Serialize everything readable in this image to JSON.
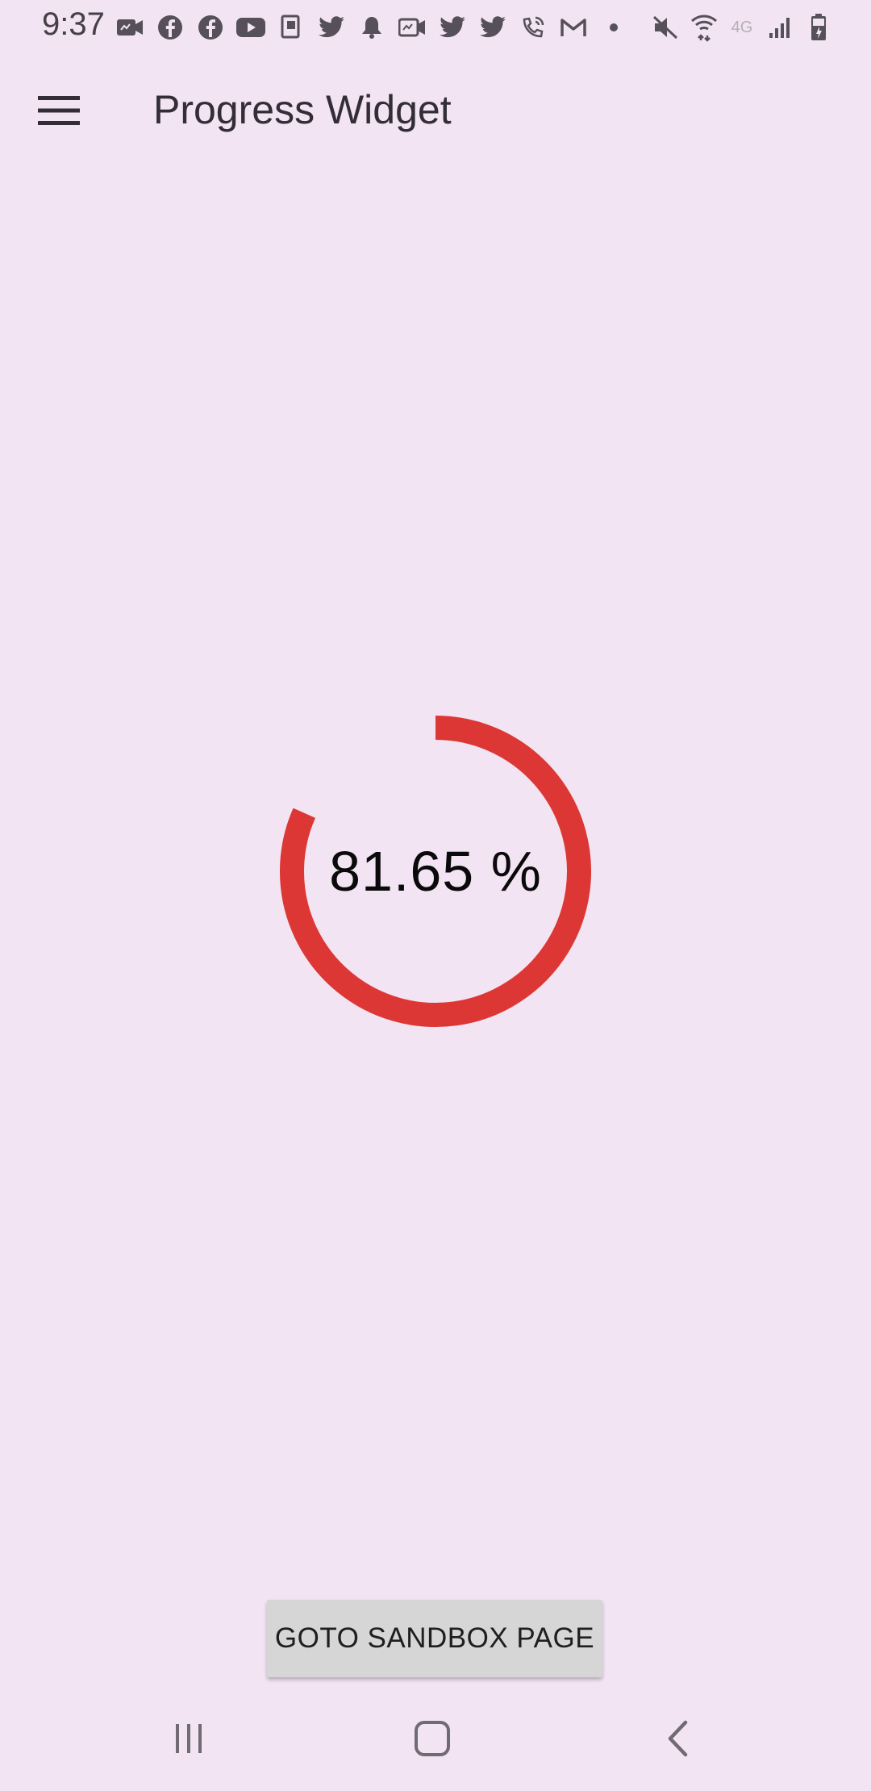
{
  "status_bar": {
    "time": "9:37",
    "left_icons": [
      "video-call-icon",
      "facebook-icon",
      "facebook-icon",
      "youtube-icon",
      "app-notification-icon",
      "twitter-icon",
      "bell-icon",
      "video-call-icon",
      "twitter-icon",
      "twitter-icon",
      "wifi-call-icon",
      "gmail-icon",
      "more-dot-icon"
    ],
    "right_icons": [
      "mute-icon",
      "wifi-icon",
      "volte-icon",
      "signal-icon",
      "battery-icon"
    ],
    "network_label": "4G"
  },
  "app_bar": {
    "title": "Progress Widget",
    "menu_icon": "hamburger-menu-icon"
  },
  "progress": {
    "value_percent": 81.65,
    "label": "81.65 %",
    "color": "#dd3735"
  },
  "actions": {
    "goto_button_label": "GOTO SANDBOX PAGE"
  },
  "nav_bar": {
    "items": [
      "recent-apps-icon",
      "home-icon",
      "back-icon"
    ]
  },
  "colors": {
    "background": "#f2e4f3",
    "progress": "#dd3735",
    "button": "#d6d6d6"
  }
}
